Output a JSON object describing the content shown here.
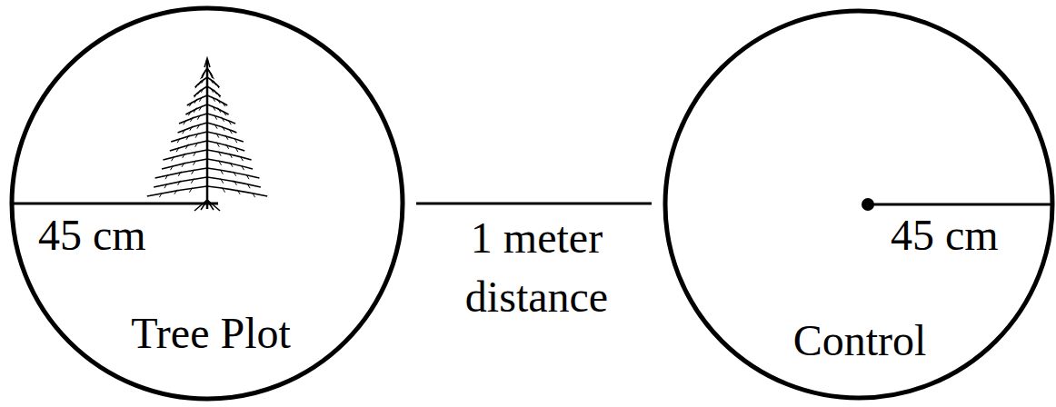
{
  "diagram": {
    "nodes": [
      {
        "text": [
          "45 cm",
          "Tree Plot"
        ]
      },
      {
        "text": [
          "45 cm",
          "Control"
        ]
      }
    ],
    "edges": [
      {
        "from": 0,
        "to": 1,
        "arrow": "none",
        "label": "1 meter distance"
      }
    ]
  }
}
